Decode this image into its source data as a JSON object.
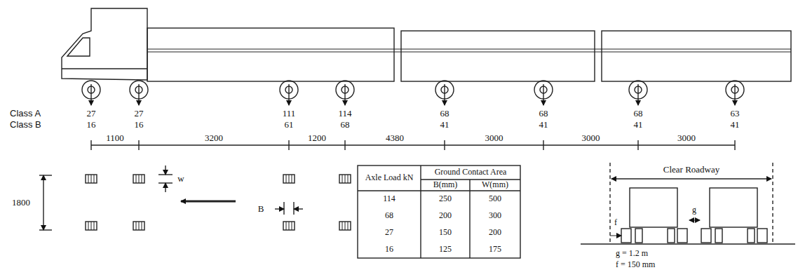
{
  "diagram": {
    "labels": [
      "Class A",
      "Class B",
      "27",
      "27",
      "111",
      "114",
      "68",
      "68",
      "68",
      "63",
      "16",
      "16",
      "61",
      "68",
      "41",
      "41",
      "41",
      "41",
      "1100",
      "3200",
      "1200",
      "4380",
      "3000",
      "3000",
      "3000",
      "1800",
      "w",
      "B",
      "Axle Load kN",
      "Ground Contact Area",
      "B(mm)",
      "W(mm)",
      "114",
      "250",
      "500",
      "68",
      "200",
      "300",
      "27",
      "150",
      "200",
      "16",
      "125",
      "175",
      "Clear Roadway",
      "f",
      "g",
      "g = 1.2 m",
      "f = 150 mm"
    ]
  }
}
